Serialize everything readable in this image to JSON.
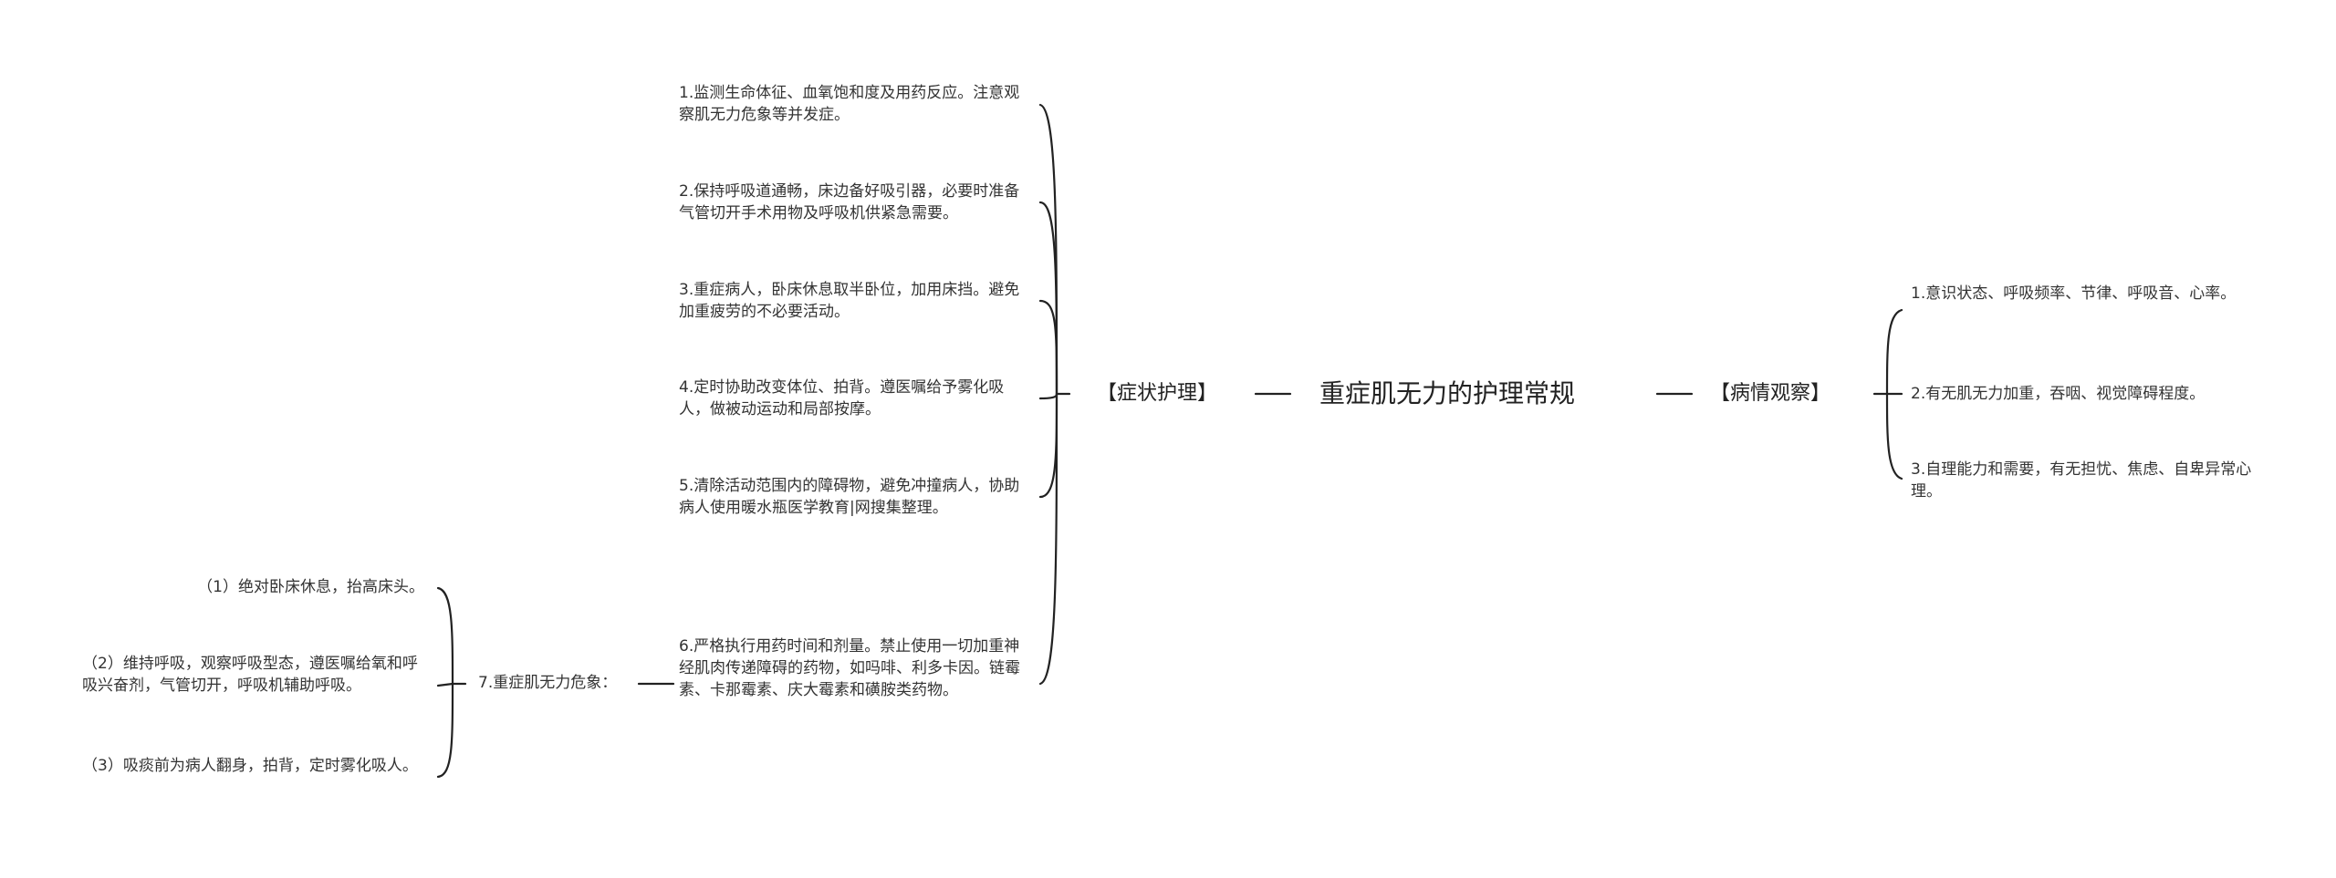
{
  "root": {
    "title": "重症肌无力的护理常规"
  },
  "left_branch": {
    "label": "【症状护理】",
    "items": [
      "1.监测生命体征、血氧饱和度及用药反应。注意观察肌无力危象等并发症。",
      "2.保持呼吸道通畅，床边备好吸引器，必要时准备气管切开手术用物及呼吸机供紧急需要。",
      "3.重症病人，卧床休息取半卧位，加用床挡。避免加重疲劳的不必要活动。",
      "4.定时协助改变体位、拍背。遵医嘱给予雾化吸人，做被动运动和局部按摩。",
      "5.清除活动范围内的障碍物，避免冲撞病人，协助病人使用暖水瓶医学教育|网搜集整理。",
      "6.严格执行用药时间和剂量。禁止使用一切加重神经肌肉传递障碍的药物，如吗啡、利多卡因。链霉素、卡那霉素、庆大霉素和磺胺类药物。"
    ],
    "crisis": {
      "label": "7.重症肌无力危象：",
      "items": [
        "（1）绝对卧床休息，抬高床头。",
        "（2）维持呼吸，观察呼吸型态，遵医嘱给氧和呼吸兴奋剂，气管切开，呼吸机辅助呼吸。",
        "（3）吸痰前为病人翻身，拍背，定时雾化吸人。"
      ]
    }
  },
  "right_branch": {
    "label": "【病情观察】",
    "items": [
      "1.意识状态、呼吸频率、节律、呼吸音、心率。",
      "2.有无肌无力加重，吞咽、视觉障碍程度。",
      "3.自理能力和需要，有无担忧、焦虑、自卑异常心理。"
    ]
  },
  "colors": {
    "line": "#222222",
    "text": "#333333",
    "background": "#ffffff"
  }
}
